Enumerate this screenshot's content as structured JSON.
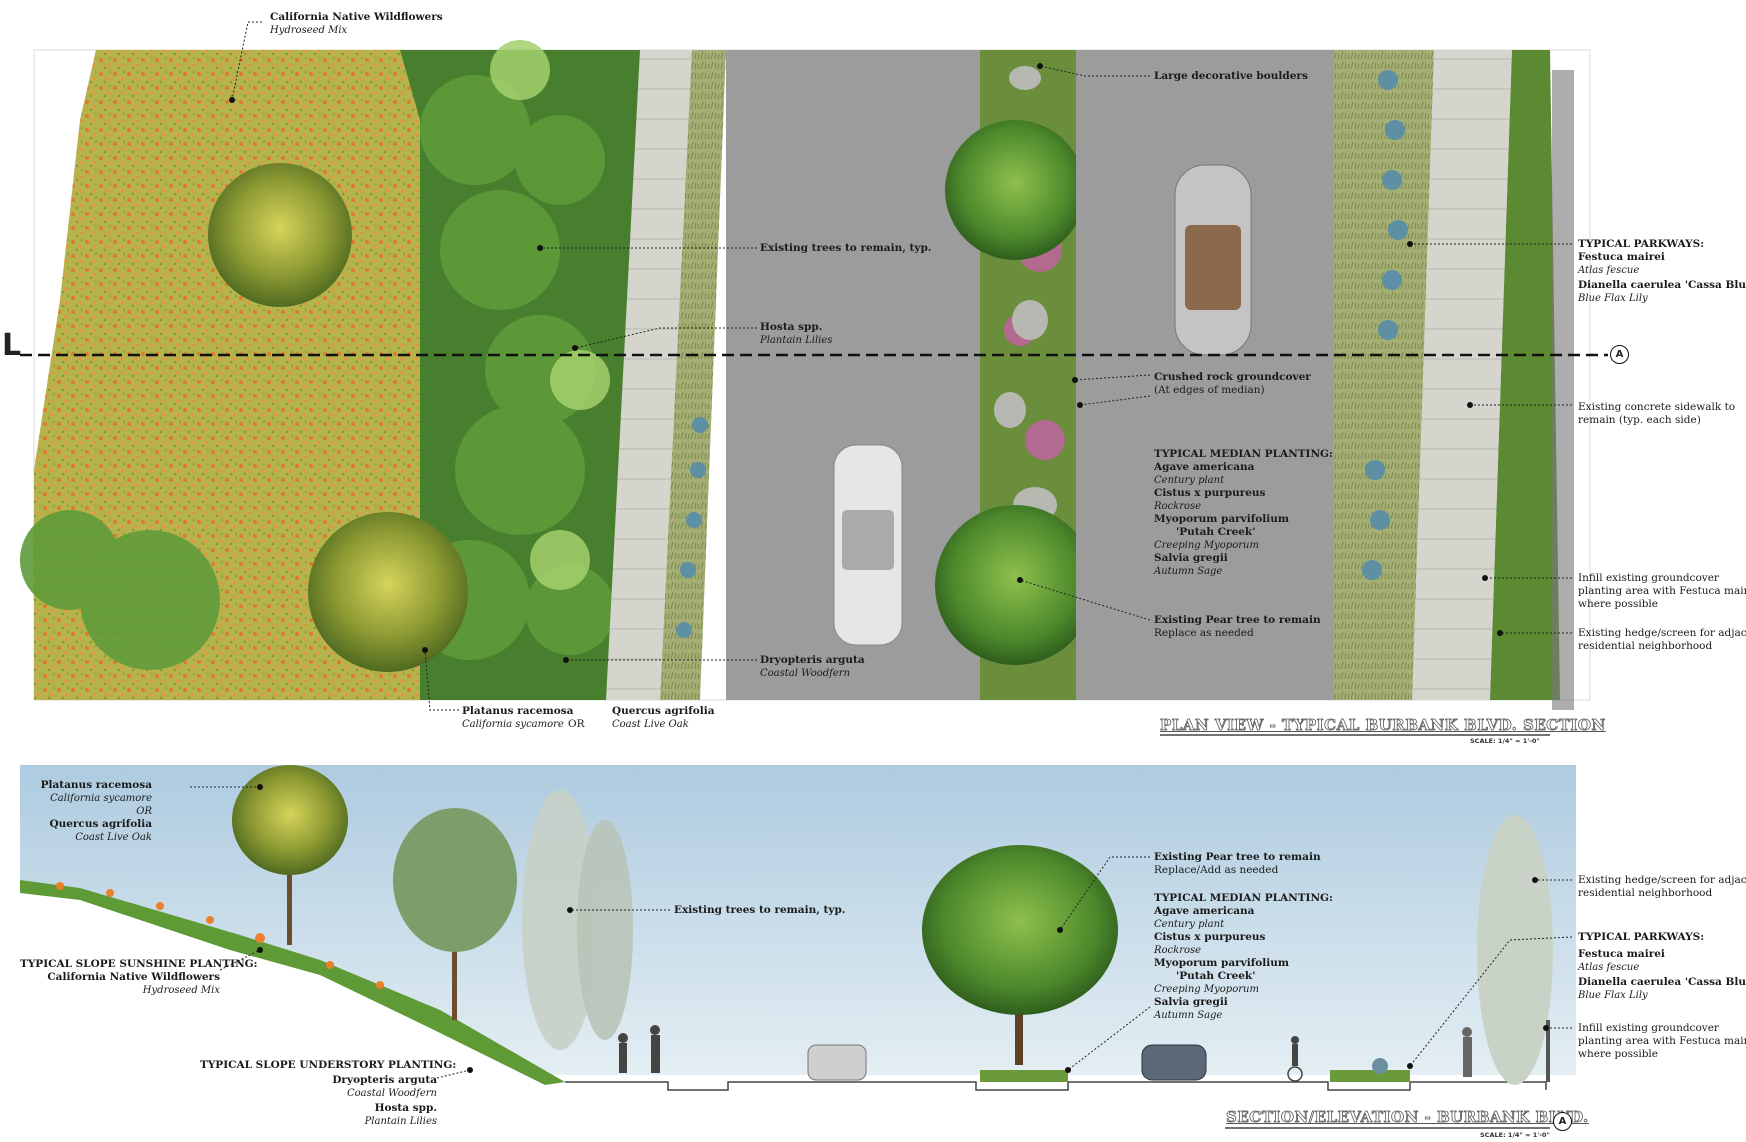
{
  "plan": {
    "title": "PLAN VIEW - TYPICAL BURBANK BLVD. SECTION",
    "scale": "SCALE: 1/4\" = 1'-0\"",
    "cut_line_label": "L",
    "section_marker": "A",
    "labels": {
      "wildflowers_title": "California Native Wildflowers",
      "wildflowers_sub": "Hydroseed Mix",
      "boulders": "Large decorative boulders",
      "existing_trees": "Existing trees to remain, typ.",
      "hosta_title": "Hosta spp.",
      "hosta_sub": "Plantain Lilies",
      "parkways_title": "TYPICAL PARKWAYS:",
      "festuca_title": "Festuca mairei",
      "festuca_sub": "Atlas fescue",
      "dianella_title": "Dianella caerulea 'Cassa Blue'",
      "dianella_sub": "Blue Flax Lily",
      "crushed_title": "Crushed rock groundcover",
      "crushed_sub": "(At edges of median)",
      "sidewalk_line1": "Existing concrete sidewalk to",
      "sidewalk_line2": "remain (typ. each side)",
      "median_title": "TYPICAL MEDIAN PLANTING:",
      "agave_title": "Agave americana",
      "agave_sub": "Century plant",
      "cistus_title": "Cistus x purpureus",
      "cistus_sub": "Rockrose",
      "myoporum_title1": "Myoporum parvifolium",
      "myoporum_title2": "'Putah Creek'",
      "myoporum_sub": "Creeping Myoporum",
      "salvia_title": "Salvia gregii",
      "salvia_sub": "Autumn Sage",
      "infill_line1": "Infill existing groundcover",
      "infill_line2": "planting area with Festuca mairei",
      "infill_line3": "where possible",
      "pear_title": "Existing Pear tree to remain",
      "pear_sub": "Replace as needed",
      "hedge_line1": "Existing hedge/screen for adjacent",
      "hedge_line2": "residential neighborhood",
      "dryopteris_title": "Dryopteris arguta",
      "dryopteris_sub": "Coastal Woodfern",
      "platanus_title": "Platanus racemosa",
      "platanus_sub": "California sycamore",
      "or": "OR",
      "quercus_title": "Quercus agrifolia",
      "quercus_sub": "Coast Live Oak"
    }
  },
  "section": {
    "title": "SECTION/ELEVATION - BURBANK BLVD.",
    "scale": "SCALE: 1/4\" = 1'-0\"",
    "section_marker": "A",
    "labels": {
      "platanus_title": "Platanus racemosa",
      "platanus_sub": "California sycamore",
      "or": "OR",
      "quercus_title": "Quercus agrifolia",
      "quercus_sub": "Coast Live Oak",
      "existing_trees": "Existing trees to remain, typ.",
      "sunshine_title": "TYPICAL SLOPE SUNSHINE PLANTING:",
      "wildflowers_title": "California Native Wildflowers",
      "wildflowers_sub": "Hydroseed Mix",
      "understory_title": "TYPICAL SLOPE UNDERSTORY PLANTING:",
      "dryopteris_title": "Dryopteris arguta",
      "dryopteris_sub": "Coastal Woodfern",
      "hosta_title": "Hosta spp.",
      "hosta_sub": "Plantain Lilies",
      "pear_title": "Existing Pear tree to remain",
      "pear_sub": "Replace/Add as needed",
      "median_title": "TYPICAL MEDIAN PLANTING:",
      "agave_title": "Agave americana",
      "agave_sub": "Century plant",
      "cistus_title": "Cistus x purpureus",
      "cistus_sub": "Rockrose",
      "myoporum_title1": "Myoporum parvifolium",
      "myoporum_title2": "'Putah Creek'",
      "myoporum_sub": "Creeping Myoporum",
      "salvia_title": "Salvia gregii",
      "salvia_sub": "Autumn Sage",
      "hedge_line1": "Existing hedge/screen for adjacent",
      "hedge_line2": "residential neighborhood",
      "parkways_title": "TYPICAL PARKWAYS:",
      "festuca_title": "Festuca mairei",
      "festuca_sub": "Atlas fescue",
      "dianella_title": "Dianella caerulea 'Cassa Blue'",
      "dianella_sub": "Blue Flax Lily",
      "infill_line1": "Infill existing groundcover",
      "infill_line2": "planting area with Festuca mairei",
      "infill_line3": "where possible"
    }
  },
  "colors": {
    "road": "#9c9c9c",
    "sidewalk": "#d4d4cc",
    "sky": "#c9dcea",
    "wildflower": "#c9a94a",
    "foliage": "#4f8f34",
    "parkway": "#a7b07a"
  }
}
